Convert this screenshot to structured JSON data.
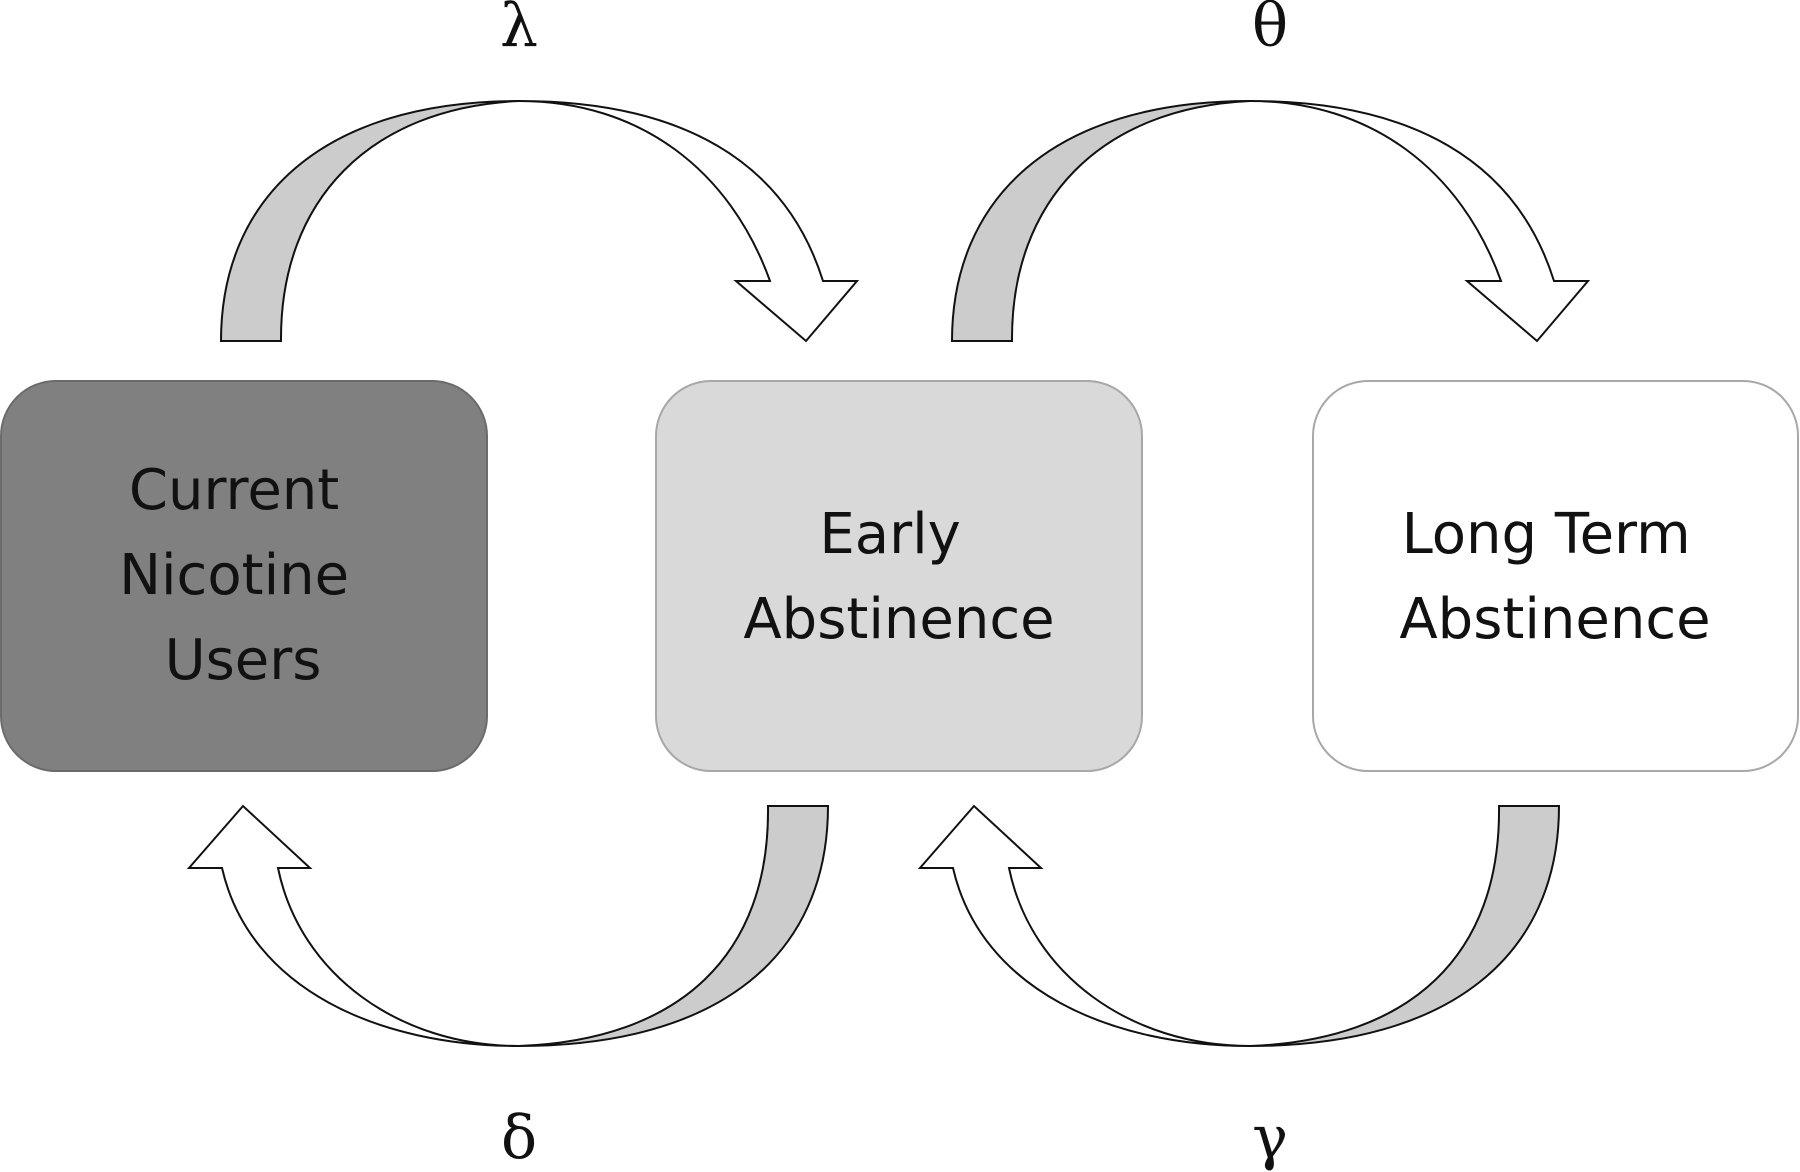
{
  "states": [
    {
      "id": "current",
      "lines": [
        "Current",
        "Nicotine",
        "Users"
      ],
      "fill": "#808080",
      "stroke": "#6b6b6b"
    },
    {
      "id": "early",
      "lines": [
        "Early",
        "Abstinence"
      ],
      "fill": "#d9d9d9",
      "stroke": "#a8a8a8"
    },
    {
      "id": "longterm",
      "lines": [
        "Long Term",
        "Abstinence"
      ],
      "fill": "#ffffff",
      "stroke": "#a8a8a8"
    }
  ],
  "transitions": [
    {
      "id": "lambda",
      "symbol": "λ",
      "from": "current",
      "to": "early"
    },
    {
      "id": "theta",
      "symbol": "θ",
      "from": "early",
      "to": "longterm"
    },
    {
      "id": "delta",
      "symbol": "δ",
      "from": "early",
      "to": "current"
    },
    {
      "id": "gamma",
      "symbol": "γ",
      "from": "longterm",
      "to": "early"
    }
  ],
  "colors": {
    "arrow_fill": "#ffffff",
    "arrow_shade": "#cccccc",
    "arrow_stroke": "#111111",
    "text": "#111111"
  }
}
